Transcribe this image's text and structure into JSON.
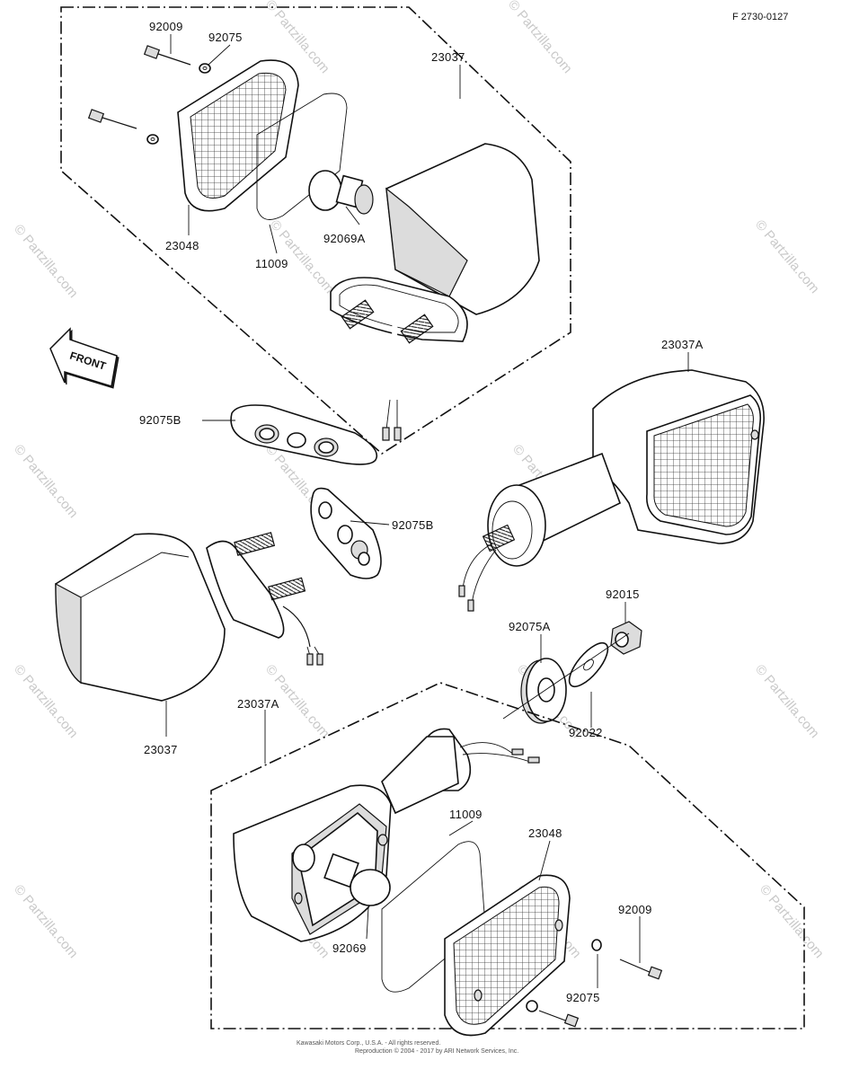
{
  "diagram": {
    "code": "F 2730-0127",
    "front_label": "FRONT",
    "copyright_lines": [
      "Kawasaki Motors Corp., U.S.A. - All rights reserved.",
      "Reproduction © 2004 - 2017 by ARI Network Services, Inc."
    ],
    "watermark_text": "© Partzilla.com",
    "parts": {
      "p92009_top": "92009",
      "p92075_top": "92075",
      "p23037_top": "23037",
      "p23048_top": "23048",
      "p92069A": "92069A",
      "p11009_top": "11009",
      "p23037A_right": "23037A",
      "p92075B_1": "92075B",
      "p92075B_2": "92075B",
      "p23037_left": "23037",
      "p92015": "92015",
      "p92075A": "92075A",
      "p92022": "92022",
      "p23037A_bottom": "23037A",
      "p11009_bottom": "11009",
      "p23048_bottom": "23048",
      "p92009_bottom": "92009",
      "p92069": "92069",
      "p92075_bottom": "92075"
    }
  }
}
